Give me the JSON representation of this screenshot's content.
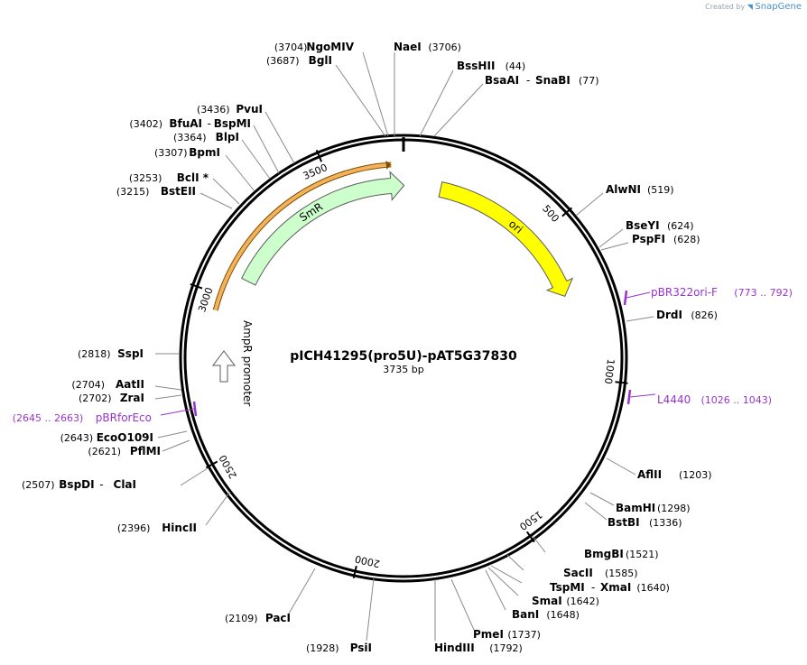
{
  "credit": {
    "prefix": "Created by",
    "brand": "SnapGene"
  },
  "plasmid": {
    "name": "pICH41295(pro5U)-pAT5G37830",
    "length_label": "3735 bp",
    "length": 3735
  },
  "ticks": [
    {
      "pos": 500,
      "label": "500"
    },
    {
      "pos": 1000,
      "label": "1000"
    },
    {
      "pos": 1500,
      "label": "1500"
    },
    {
      "pos": 2000,
      "label": "2000"
    },
    {
      "pos": 2500,
      "label": "2500"
    },
    {
      "pos": 3000,
      "label": "3000"
    },
    {
      "pos": 3500,
      "label": "3500"
    }
  ],
  "features": [
    {
      "name": "SmR",
      "start": 3074,
      "end": 3737,
      "color": "#ccffcc",
      "stroke": "#5b5b5b",
      "label": "SmR"
    },
    {
      "name": "ori",
      "start": 128,
      "end": 716,
      "color": "#ffff00",
      "stroke": "#5b5b5b",
      "label": "ori"
    },
    {
      "name": "AmpR promoter",
      "start": 2918,
      "end": 2955,
      "color": "#ffffff",
      "stroke": "#5b5b5b",
      "label": "AmpR promoter"
    },
    {
      "name": "highlight",
      "start": 2950,
      "end": 3737,
      "color": "#f5b25b",
      "stroke": "#7a5000",
      "label": ""
    }
  ],
  "primers": [
    {
      "name": "pBR322ori-F",
      "range": "(773 .. 792)",
      "color": "#9933cc"
    },
    {
      "name": "L4440",
      "range": "(1026 .. 1043)",
      "color": "#9933cc"
    },
    {
      "name": "pBRforEco",
      "range": "(2645 .. 2663)",
      "color": "#9933cc"
    }
  ],
  "sites": [
    {
      "name": "NgoMIV",
      "pos": "(3704)"
    },
    {
      "name": "BglI",
      "pos": "(3687)"
    },
    {
      "name": "NaeI",
      "pos": "(3706)"
    },
    {
      "name": "BssHII",
      "pos": "(44)"
    },
    {
      "name": "BsaAI",
      "name2": "SnaBI",
      "pos": "(77)"
    },
    {
      "name": "PvuI",
      "pos": "(3436)"
    },
    {
      "name": "BfuAI",
      "name2": "BspMI",
      "pos": "(3402)"
    },
    {
      "name": "BlpI",
      "pos": "(3364)"
    },
    {
      "name": "BpmI",
      "pos": "(3307)"
    },
    {
      "name": "BclI *",
      "pos": "(3253)"
    },
    {
      "name": "BstEII",
      "pos": "(3215)"
    },
    {
      "name": "AlwNI",
      "pos": "(519)"
    },
    {
      "name": "BseYI",
      "pos": "(624)"
    },
    {
      "name": "PspFI",
      "pos": "(628)"
    },
    {
      "name": "DrdI",
      "pos": "(826)"
    },
    {
      "name": "SspI",
      "pos": "(2818)"
    },
    {
      "name": "AatII",
      "pos": "(2704)"
    },
    {
      "name": "ZraI",
      "pos": "(2702)"
    },
    {
      "name": "EcoO109I",
      "pos": "(2643)"
    },
    {
      "name": "PflMI",
      "pos": "(2621)"
    },
    {
      "name": "BspDI",
      "name2": "ClaI",
      "pos": "(2507)"
    },
    {
      "name": "HincII",
      "pos": "(2396)"
    },
    {
      "name": "AflII",
      "pos": "(1203)"
    },
    {
      "name": "BamHI",
      "pos": "(1298)"
    },
    {
      "name": "BstBI",
      "pos": "(1336)"
    },
    {
      "name": "BmgBI",
      "pos": "(1521)"
    },
    {
      "name": "SacII",
      "pos": "(1585)"
    },
    {
      "name": "TspMI",
      "name2": "XmaI",
      "pos": "(1640)"
    },
    {
      "name": "SmaI",
      "pos": "(1642)"
    },
    {
      "name": "BanI",
      "pos": "(1648)"
    },
    {
      "name": "PmeI",
      "pos": "(1737)"
    },
    {
      "name": "HindIII",
      "pos": "(1792)"
    },
    {
      "name": "PacI",
      "pos": "(2109)"
    },
    {
      "name": "PsiI",
      "pos": "(1928)"
    }
  ]
}
